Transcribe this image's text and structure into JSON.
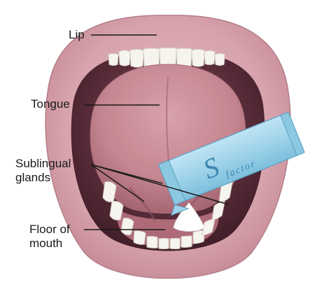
{
  "labels": {
    "lip": "Lip",
    "tongue": "Tongue",
    "sublingual_line1": "Sublingual",
    "sublingual_line2": "glands",
    "floor_line1": "Floor of",
    "floor_line2": "mouth"
  },
  "packet": {
    "letter": "S",
    "word": "factor"
  },
  "colors": {
    "lip": "#d9a7b0",
    "mouth_cavity": "#5a2f3a",
    "tongue": "#c98d96",
    "teeth": "#f6f4ee",
    "packet": "#9fd3ea",
    "powder": "#ffffff"
  }
}
